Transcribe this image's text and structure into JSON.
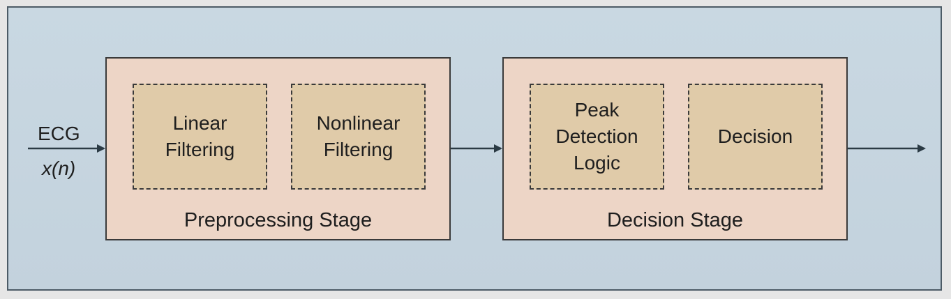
{
  "input": {
    "label": "ECG",
    "signal": "x(n)"
  },
  "stages": [
    {
      "label": "Preprocessing Stage",
      "blocks": [
        {
          "label": "Linear\nFiltering"
        },
        {
          "label": "Nonlinear\nFiltering"
        }
      ]
    },
    {
      "label": "Decision Stage",
      "blocks": [
        {
          "label": "Peak\nDetection\nLogic"
        },
        {
          "label": "Decision"
        }
      ]
    }
  ],
  "colors": {
    "background": "#c9d8e2",
    "stage_fill": "#edd5c6",
    "block_fill": "#e0cba9",
    "stroke": "#3a3a3a"
  }
}
